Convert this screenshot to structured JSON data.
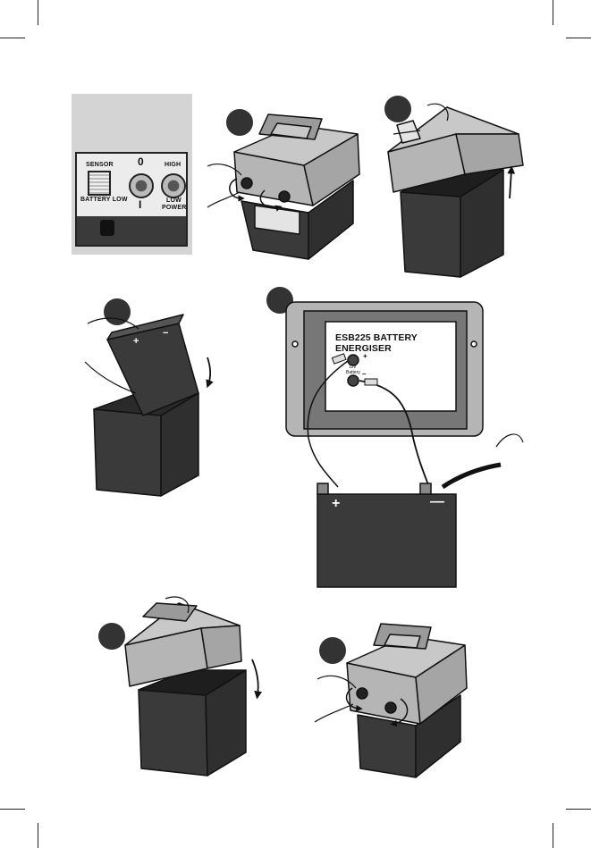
{
  "control_panel": {
    "sensor_label": "SENSOR",
    "battery_low_label": "BATTERY LOW",
    "switch_off_label": "0",
    "switch_on_label": "I",
    "high_label": "HIGH",
    "low_power_line1": "LOW",
    "low_power_line2": "POWER"
  },
  "energiser": {
    "title": "ESB225 BATTERY ENERGISER",
    "terminal_plus": "+",
    "terminal_minus": "–",
    "voltage_label": "12v",
    "battery_label": "Battery"
  },
  "battery": {
    "plus_label": "+",
    "minus_label": "—"
  },
  "colors": {
    "step_marker": "#333333",
    "case_dark": "#3a3a3a",
    "case_light": "#b5b5b5",
    "inset_background": "#d4d4d4"
  }
}
